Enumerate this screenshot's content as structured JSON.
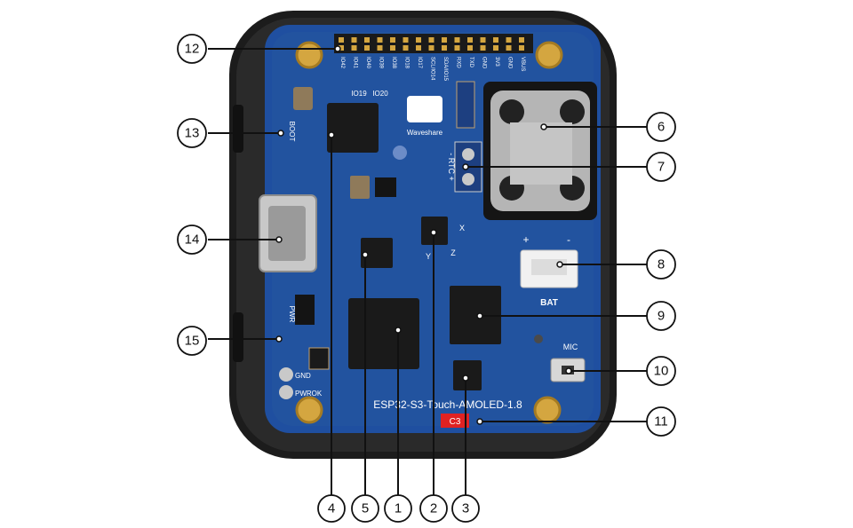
{
  "board_text": {
    "product": "ESP32-S3-Touch-AMOLED-1.8",
    "brand": "Waveshare",
    "bat": "BAT",
    "mic": "MIC",
    "boot": "BOOT",
    "pwr": "PWR",
    "gnd": "GND",
    "pwrok": "PWROK",
    "rtc": "- RTC +",
    "io19": "IO19",
    "io20": "IO20",
    "c3": "C3",
    "plus": "+",
    "minus": "-",
    "axis_x": "X",
    "axis_y": "Y",
    "axis_z": "Z",
    "header_pins": [
      "IO42",
      "IO41",
      "IO40",
      "IO39",
      "IO38",
      "IO18",
      "IO17",
      "SCL/IO14",
      "SDA/IO15",
      "RXD",
      "TXD",
      "GND",
      "3V3",
      "GND",
      "VBUS"
    ]
  },
  "callouts": {
    "c1": "1",
    "c2": "2",
    "c3": "3",
    "c4": "4",
    "c5": "5",
    "c6": "6",
    "c7": "7",
    "c8": "8",
    "c9": "9",
    "c10": "10",
    "c11": "11",
    "c12": "12",
    "c13": "13",
    "c14": "14",
    "c15": "15"
  },
  "colors": {
    "pcb": "#1f4fa0",
    "case": "#1c1c1c",
    "gold": "#d4a640",
    "chip": "#1a1a1a"
  }
}
